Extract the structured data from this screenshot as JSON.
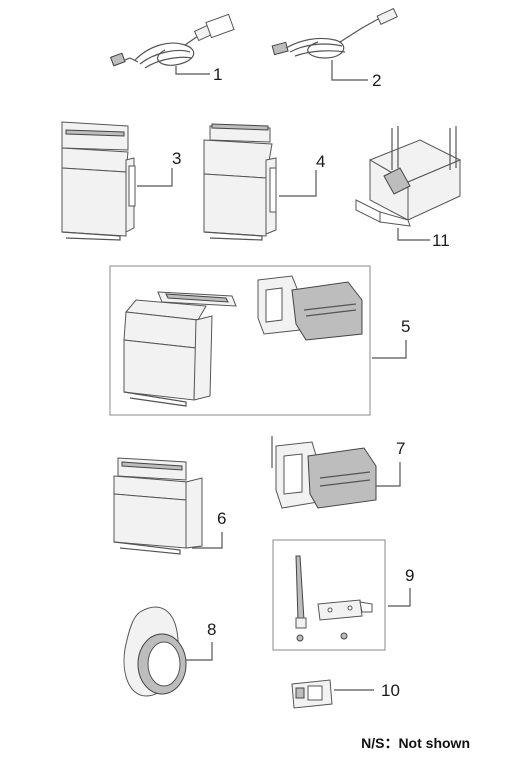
{
  "callouts": {
    "c1": "1",
    "c2": "2",
    "c3": "3",
    "c4": "4",
    "c5": "5",
    "c6": "6",
    "c7": "7",
    "c8": "8",
    "c9": "9",
    "c10": "10",
    "c11": "11"
  },
  "footnote": "N/S：Not shown"
}
